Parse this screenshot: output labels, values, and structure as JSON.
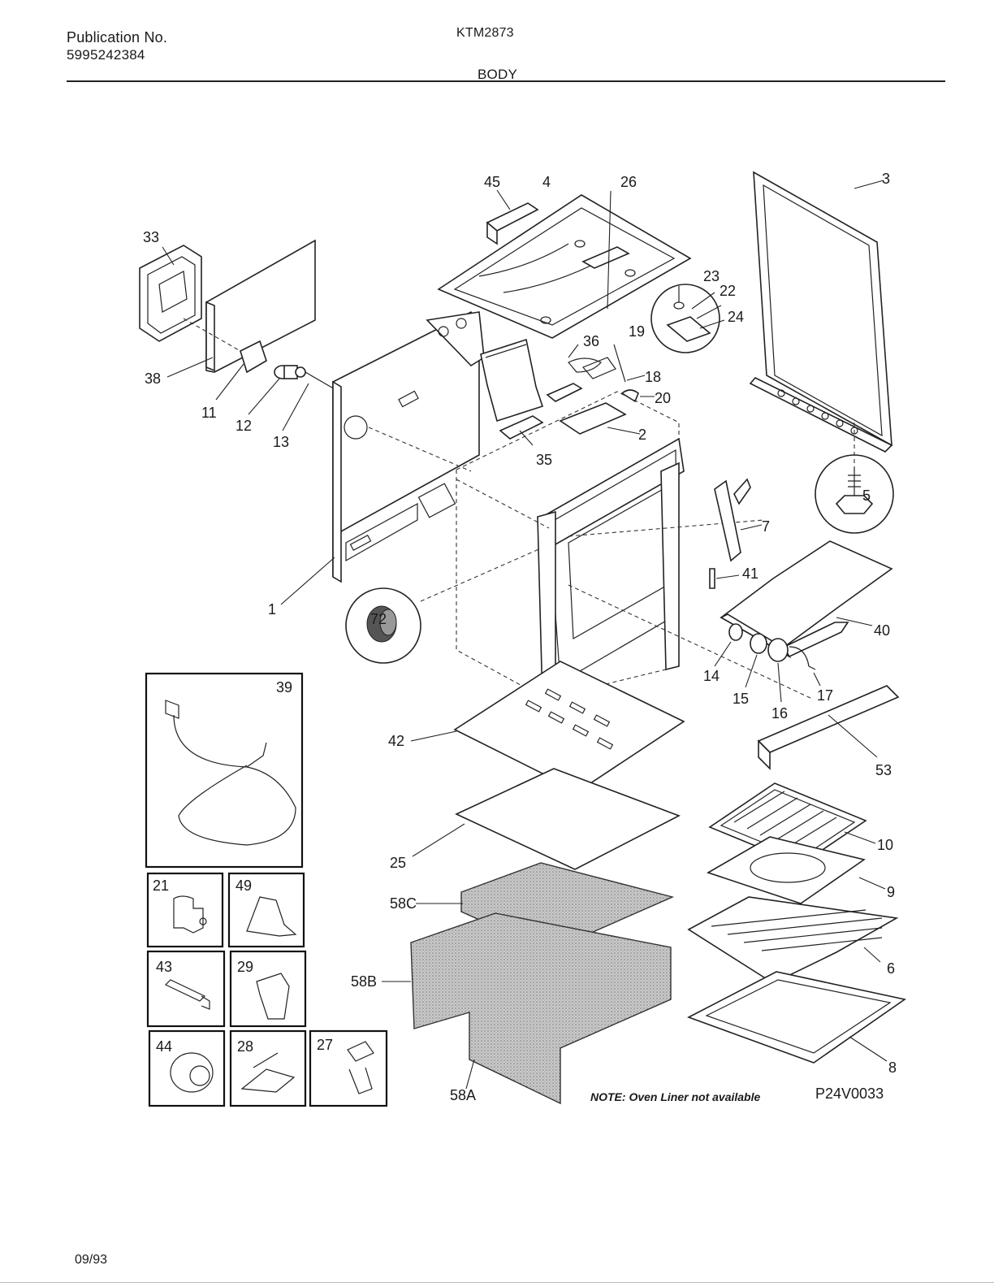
{
  "header": {
    "publication_label": "Publication No.",
    "publication_number": "5995242384",
    "model": "KTM2873",
    "section": "BODY"
  },
  "footer": {
    "date": "09/93"
  },
  "diagram": {
    "code": "P24V0033",
    "note": "NOTE: Oven Liner not available",
    "callouts": [
      "1",
      "2",
      "3",
      "4",
      "5",
      "6",
      "7",
      "8",
      "9",
      "10",
      "11",
      "12",
      "13",
      "14",
      "15",
      "16",
      "17",
      "18",
      "19",
      "20",
      "21",
      "22",
      "23",
      "24",
      "25",
      "26",
      "27",
      "28",
      "29",
      "33",
      "35",
      "36",
      "38",
      "39",
      "40",
      "41",
      "42",
      "43",
      "44",
      "45",
      "49",
      "53",
      "58A",
      "58B",
      "58C",
      "72"
    ]
  }
}
